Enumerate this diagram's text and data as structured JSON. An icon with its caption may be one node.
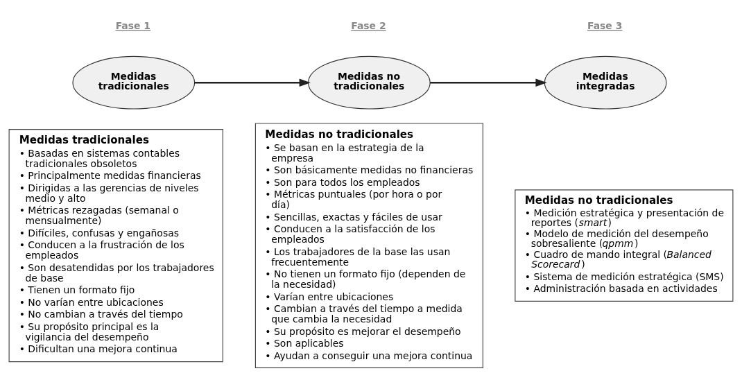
{
  "diagram": {
    "nodes": [
      {
        "text": [
          "Medidas tradicionales"
        ],
        "beside": [
          "Fase 1"
        ]
      },
      {
        "text": [
          "Medidas no tradicionales"
        ],
        "beside": [
          "Fase 2"
        ]
      },
      {
        "text": [
          "Medidas integradas"
        ],
        "beside": [
          "Fase 3"
        ]
      },
      {
        "text": [
          "Medidas tradicionales",
          "• Basadas en sistemas contables tradicionales obsoletos",
          "• Principalmente medidas financieras",
          "• Dirigidas a las gerencias de niveles medio y alto",
          "• Métricas rezagadas (semanal o mensualmente)",
          "• Difíciles, confusas y engañosas",
          "• Conducen a la frustración de los empleados",
          "• Son desatendidas por los trabajadores de base",
          "• Tienen un formato fijo",
          "• No varían entre ubicaciones",
          "• No cambian a través del tiempo",
          "• Su propósito principal es la vigilancia del desempeño",
          "• Dificultan una mejora continua"
        ]
      },
      {
        "text": [
          "Medidas no tradicionales",
          "• Se basan en la estrategia de la empresa",
          "• Son básicamente medidas no financieras",
          "• Son para todos los empleados",
          "• Métricas puntuales (por hora o por día)",
          "• Sencillas, exactas y fáciles de usar",
          "• Conducen a la satisfacción de los empleados",
          "• Los trabajadores de la base las usan frecuentemente",
          "• No tienen un formato fijo (dependen de la necesidad)",
          "• Varían entre ubicaciones",
          "• Cambian a través del tiempo a medida que cambia la necesidad",
          "• Su propósito es mejorar el desempeño",
          "• Son aplicables",
          "• Ayudan a conseguir una mejora continua"
        ]
      },
      {
        "text": [
          "Medidas no tradicionales",
          "• Medición estratégica y presentación de reportes (*smart*)",
          "• Modelo de medición del desempeño sobresaliente (*qpmm*)",
          "• Cuadro de mando integral (*Balanced Scorecard*)",
          "• Sistema de medición estratégica (SMS)",
          "• Administración basada en actividades"
        ]
      }
    ],
    "edges": [
      {
        "from": 0,
        "to": 1,
        "arrow": "to"
      },
      {
        "from": 1,
        "to": 2,
        "arrow": "to"
      }
    ]
  }
}
